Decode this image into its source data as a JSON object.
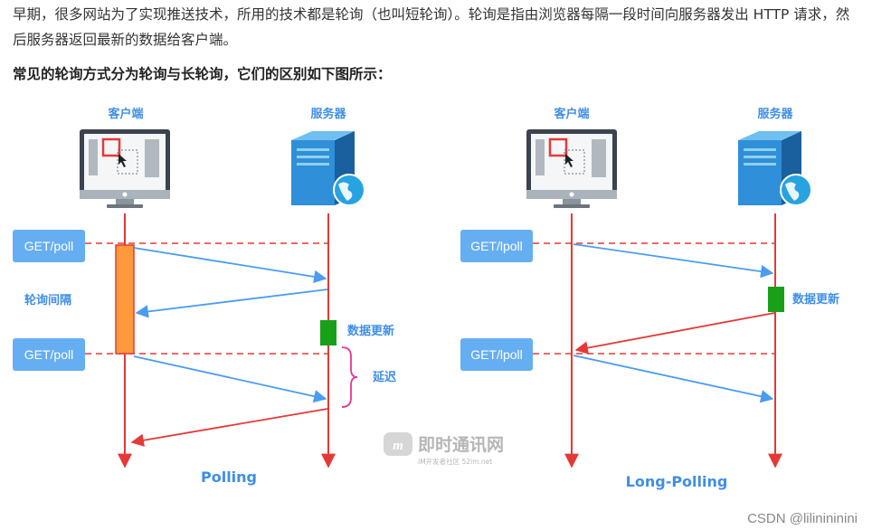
{
  "article": {
    "paragraph": "早期，很多网站为了实现推送技术，所用的技术都是轮询（也叫短轮询）。轮询是指由浏览器每隔一段时间向服务器发出 HTTP 请求，然后服务器返回最新的数据给客户端。",
    "heading": "常见的轮询方式分为轮询与长轮询，它们的区别如下图所示："
  },
  "diagram": {
    "polling": {
      "client_label": "客户端",
      "server_label": "服务器",
      "request1": "GET/poll",
      "request2": "GET/poll",
      "interval_label": "轮询间隔",
      "data_update_label": "数据更新",
      "delay_label": "延迟",
      "caption": "Polling"
    },
    "long_polling": {
      "client_label": "客户端",
      "server_label": "服务器",
      "request1": "GET/lpoll",
      "request2": "GET/lpoll",
      "data_update_label": "数据更新",
      "caption": "Long-Polling"
    },
    "watermark": {
      "logo_text": "即时通讯网",
      "sub_text": "IM开发者社区 52im.net"
    },
    "colors": {
      "accent_blue": "#3f8ee6",
      "request_arrow": "#4a9cf0",
      "red_line": "#e53935",
      "update_green": "#18a018",
      "interval_orange": "#ff9a3c"
    }
  },
  "footer": {
    "credit": "CSDN @lilinininini"
  }
}
